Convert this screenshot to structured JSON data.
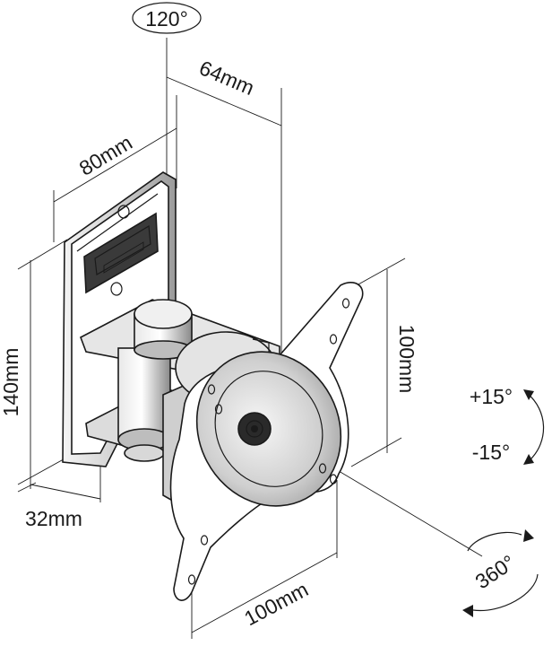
{
  "dimensions": {
    "swivel_angle": "120°",
    "depth": "64mm",
    "wall_plate_width": "80mm",
    "wall_plate_height": "140mm",
    "arm_offset": "32mm",
    "vesa_vertical": "100mm",
    "vesa_horizontal": "100mm"
  },
  "tilt": {
    "up": "+15°",
    "down": "-15°"
  },
  "rotation": "360°"
}
